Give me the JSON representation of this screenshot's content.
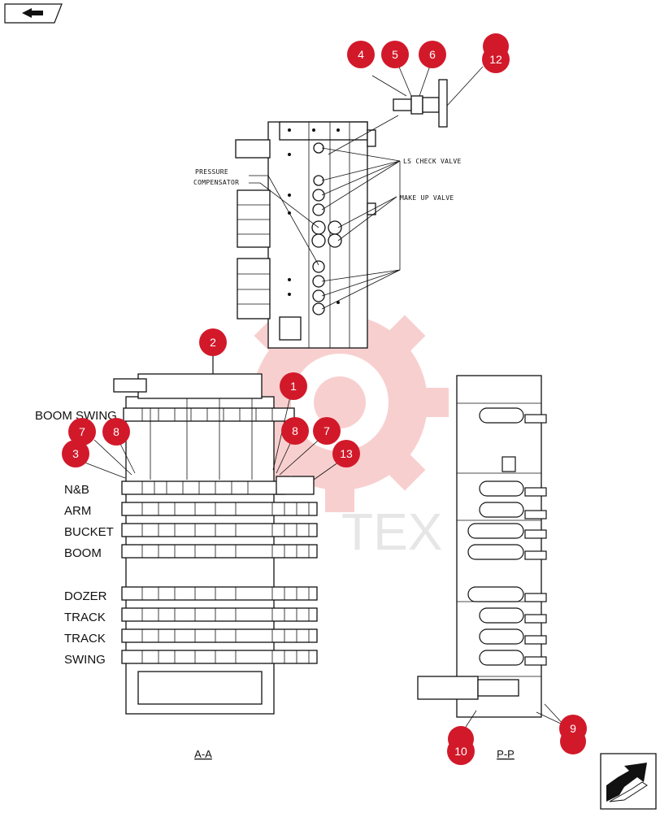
{
  "nav": {
    "prev_icon": "back-arrow-icon",
    "next_icon": "forward-arrow-icon"
  },
  "watermark": {
    "text": "TEX",
    "color": "#f2b3b3"
  },
  "badge_color": "#d2192a",
  "labels": {
    "pressure_compensator_line1": "PRESSURE",
    "pressure_compensator_line2": "COMPENSATOR",
    "ls_check_valve": "LS CHECK VALVE",
    "make_up_valve": "MAKE UP VALVE",
    "section_aa": "A-A",
    "section_pp": "P-P"
  },
  "sections": [
    "BOOM SWING",
    "N&B",
    "ARM",
    "BUCKET",
    "BOOM",
    "DOZER",
    "TRACK",
    "TRACK",
    "SWING"
  ],
  "callouts": [
    "1",
    "2",
    "3",
    "4",
    "5",
    "6",
    "7",
    "7",
    "8",
    "8",
    "9",
    "10",
    "12",
    "13"
  ]
}
